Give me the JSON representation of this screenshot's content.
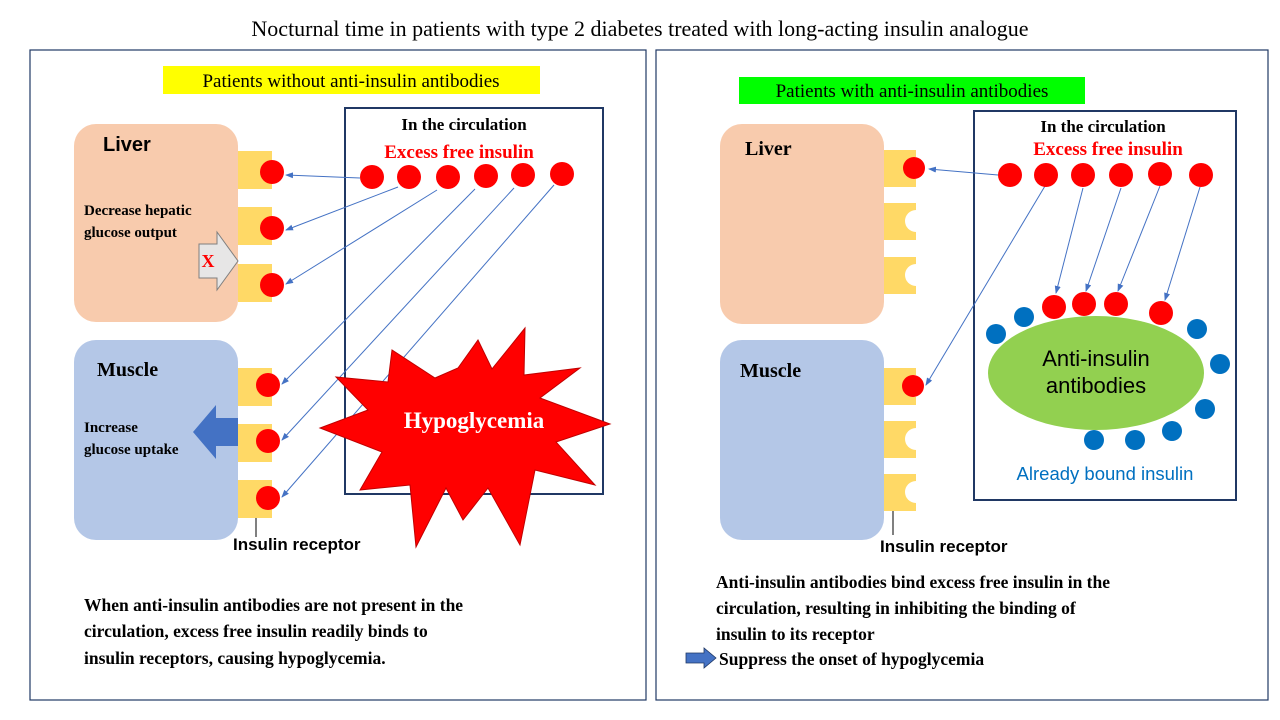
{
  "title": "Nocturnal time in patients with type 2 diabetes treated with long-acting insulin analogue",
  "left_panel": {
    "heading": "Patients without anti-insulin antibodies",
    "heading_bg": "#ffff00",
    "liver_label": "Liver",
    "liver_effect_line1": "Decrease hepatic",
    "liver_effect_line2": "glucose output",
    "blocked_mark": "X",
    "muscle_label": "Muscle",
    "muscle_effect_line1": "Increase",
    "muscle_effect_line2": "glucose uptake",
    "circulation_label": "In the circulation",
    "excess_label": "Excess free insulin",
    "burst_label": "Hypoglycemia",
    "receptor_label": "Insulin receptor",
    "caption_line1": "When anti-insulin antibodies are not present in the",
    "caption_line2": "circulation, excess free insulin readily binds to",
    "caption_line3": "insulin receptors, causing hypoglycemia."
  },
  "right_panel": {
    "heading": "Patients with anti-insulin antibodies",
    "heading_bg": "#00ff00",
    "liver_label": "Liver",
    "muscle_label": "Muscle",
    "circulation_label": "In the circulation",
    "excess_label": "Excess free insulin",
    "antibody_line1": "Anti-insulin",
    "antibody_line2": "antibodies",
    "bound_label": "Already bound insulin",
    "receptor_label": "Insulin receptor",
    "caption_line1": "Anti-insulin antibodies bind excess free insulin in the",
    "caption_line2": "circulation, resulting in inhibiting the binding of",
    "caption_line3": "insulin to its receptor",
    "outcome": "Suppress the onset of hypoglycemia"
  },
  "colors": {
    "liver": "#f8cbad",
    "muscle": "#b4c7e7",
    "receptor": "#ffd966",
    "insulin": "#ff0000",
    "antibody": "#92d050",
    "bound_insulin": "#0070c0",
    "arrow": "#4472c4",
    "border": "#203864"
  }
}
